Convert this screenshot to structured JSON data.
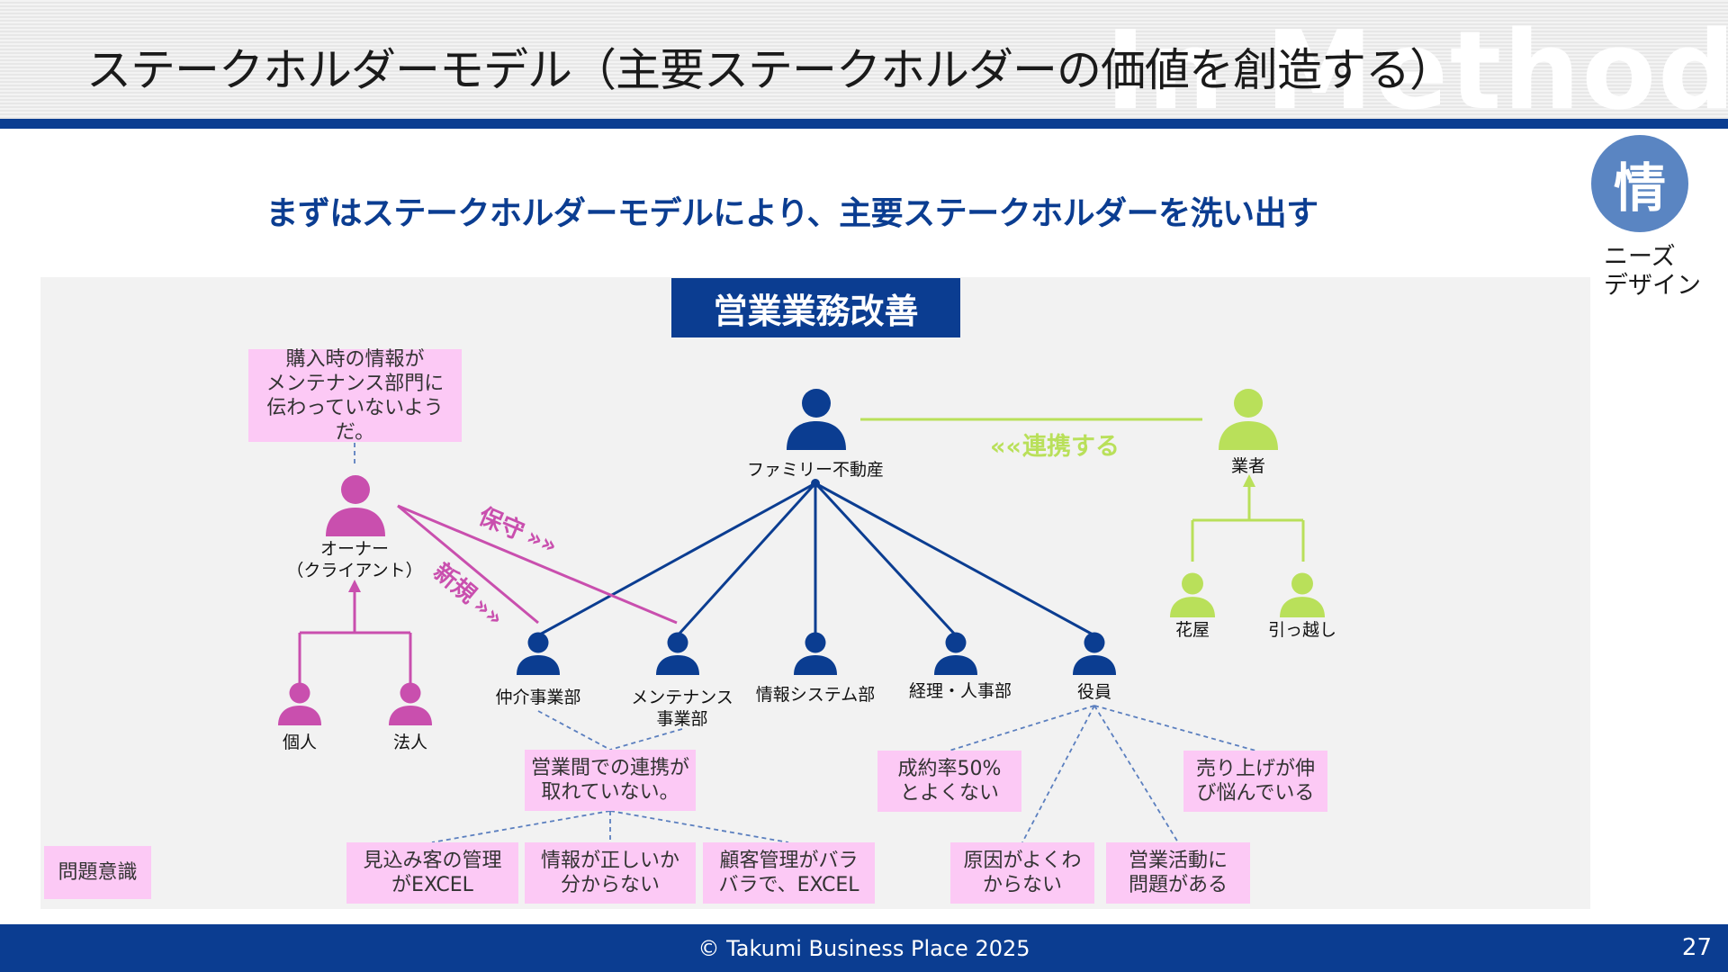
{
  "header": {
    "title": "ステークホルダーモデル（主要ステークホルダーの価値を創造する）",
    "watermark": "In Method"
  },
  "badge": {
    "symbol": "情",
    "caption_line1": "ニーズ",
    "caption_line2": "デザイン"
  },
  "subtitle": "まずはステークホルダーモデルにより、主要ステークホルダーを洗い出す",
  "diagram": {
    "title": "営業業務改善",
    "colors": {
      "company": "#0b3d91",
      "owner": "#c94fae",
      "vendor": "#b9e05a",
      "note_bg": "#fcc9f5"
    },
    "nodes": {
      "company": "ファミリー不動産",
      "owner_line1": "オーナー",
      "owner_line2": "（クライアント）",
      "individual": "個人",
      "corporate": "法人",
      "vendor": "業者",
      "florist": "花屋",
      "mover": "引っ越し",
      "brokerage": "仲介事業部",
      "maintenance_line1": "メンテナンス",
      "maintenance_line2": "事業部",
      "it_dept": "情報システム部",
      "accounting": "経理・人事部",
      "executives": "役員"
    },
    "tags": {
      "maintenance": "保守",
      "new": "新規",
      "collaborate": "連携する"
    },
    "notes": {
      "purchase": [
        "購入時の情報が",
        "メンテナンス部門に",
        "伝わっていないようだ。"
      ],
      "sales_link": [
        "営業間での連携が",
        "取れていない。"
      ],
      "prospect": [
        "見込み客の管理",
        "がEXCEL"
      ],
      "accuracy": [
        "情報が正しいか",
        "分からない"
      ],
      "customer": [
        "顧客管理がバラ",
        "バラで、EXCEL"
      ],
      "contract": [
        "成約率50%",
        "とよくない"
      ],
      "sales_growth": [
        "売り上げが伸",
        "び悩んでいる"
      ],
      "cause": [
        "原因がよくわ",
        "からない"
      ],
      "activity": [
        "営業活動に",
        "問題がある"
      ],
      "awareness": [
        "問題意識"
      ]
    }
  },
  "footer": {
    "copyright": "© Takumi Business Place 2025",
    "page": "27"
  }
}
